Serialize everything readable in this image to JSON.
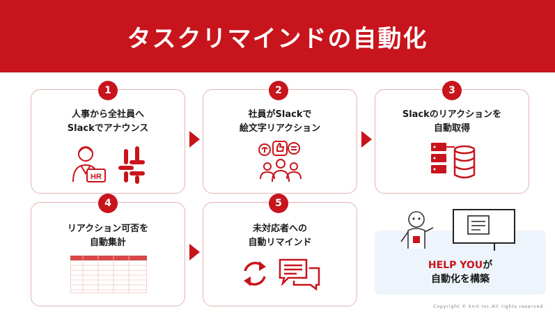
{
  "header": {
    "title": "タスクリマインドの自動化"
  },
  "steps": [
    {
      "number": "1",
      "line1": "人事から全社員へ",
      "line2": "Slackでアナウンス"
    },
    {
      "number": "2",
      "line1": "社員がSlackで",
      "line2": "絵文字リアクション"
    },
    {
      "number": "3",
      "line1": "Slackのリアクションを",
      "line2": "自動取得"
    },
    {
      "number": "4",
      "line1": "リアクション可否を",
      "line2": "自動集計"
    },
    {
      "number": "5",
      "line1": "未対応者への",
      "line2": "自動リマインド"
    }
  ],
  "hr_badge": "HR",
  "help": {
    "brand": "HELP YOU",
    "suffix": "が",
    "line2": "自動化を構築"
  },
  "copyright": "Copyright © knit Inc.All rights reserved.",
  "colors": {
    "accent": "#c8141c",
    "card_border": "#e5b3b3",
    "panel": "#eef4fb"
  }
}
